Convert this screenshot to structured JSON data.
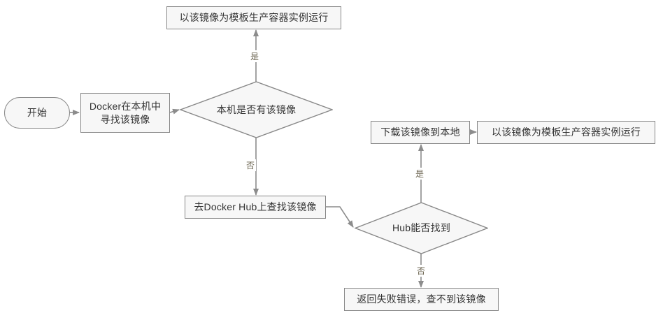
{
  "diagram": {
    "title": "Docker 镜像运行流程图",
    "type": "flowchart",
    "colors": {
      "node_fill": "#f7f7f7",
      "node_border": "#888888",
      "text": "#333333",
      "edge_line": "#8c8c8c",
      "edge_label_text": "#6b6450",
      "background": "#ffffff"
    },
    "nodes": [
      {
        "id": "start",
        "label": "开始",
        "shape": "terminal"
      },
      {
        "id": "find_local",
        "label": "Docker在本机中\n寻找该镜像",
        "shape": "process"
      },
      {
        "id": "has_local",
        "label": "本机是否有该镜像",
        "shape": "decision"
      },
      {
        "id": "run_local",
        "label": "以该镜像为模板生产容器实例运行",
        "shape": "process"
      },
      {
        "id": "search_hub",
        "label": "去Docker Hub上查找该镜像",
        "shape": "process"
      },
      {
        "id": "hub_found",
        "label": "Hub能否找到",
        "shape": "decision"
      },
      {
        "id": "download",
        "label": "下载该镜像到本地",
        "shape": "process"
      },
      {
        "id": "run_pulled",
        "label": "以该镜像为模板生产容器实例运行",
        "shape": "process"
      },
      {
        "id": "fail",
        "label": "返回失败错误，查不到该镜像",
        "shape": "process"
      }
    ],
    "edges": [
      {
        "from": "start",
        "to": "find_local",
        "label": ""
      },
      {
        "from": "find_local",
        "to": "has_local",
        "label": ""
      },
      {
        "from": "has_local",
        "to": "run_local",
        "label": "是"
      },
      {
        "from": "has_local",
        "to": "search_hub",
        "label": "否"
      },
      {
        "from": "search_hub",
        "to": "hub_found",
        "label": ""
      },
      {
        "from": "hub_found",
        "to": "download",
        "label": "是"
      },
      {
        "from": "hub_found",
        "to": "fail",
        "label": "否"
      },
      {
        "from": "download",
        "to": "run_pulled",
        "label": ""
      }
    ],
    "labels": {
      "start": "开始",
      "find_local_line1": "Docker在本机中",
      "find_local_line2": "寻找该镜像",
      "has_local": "本机是否有该镜像",
      "run_local": "以该镜像为模板生产容器实例运行",
      "search_hub": "去Docker Hub上查找该镜像",
      "hub_found": "Hub能否找到",
      "download": "下载该镜像到本地",
      "run_pulled": "以该镜像为模板生产容器实例运行",
      "fail": "返回失败错误，查不到该镜像",
      "yes_top": "是",
      "no_down": "否",
      "yes_up": "是",
      "no_bottom": "否"
    }
  }
}
